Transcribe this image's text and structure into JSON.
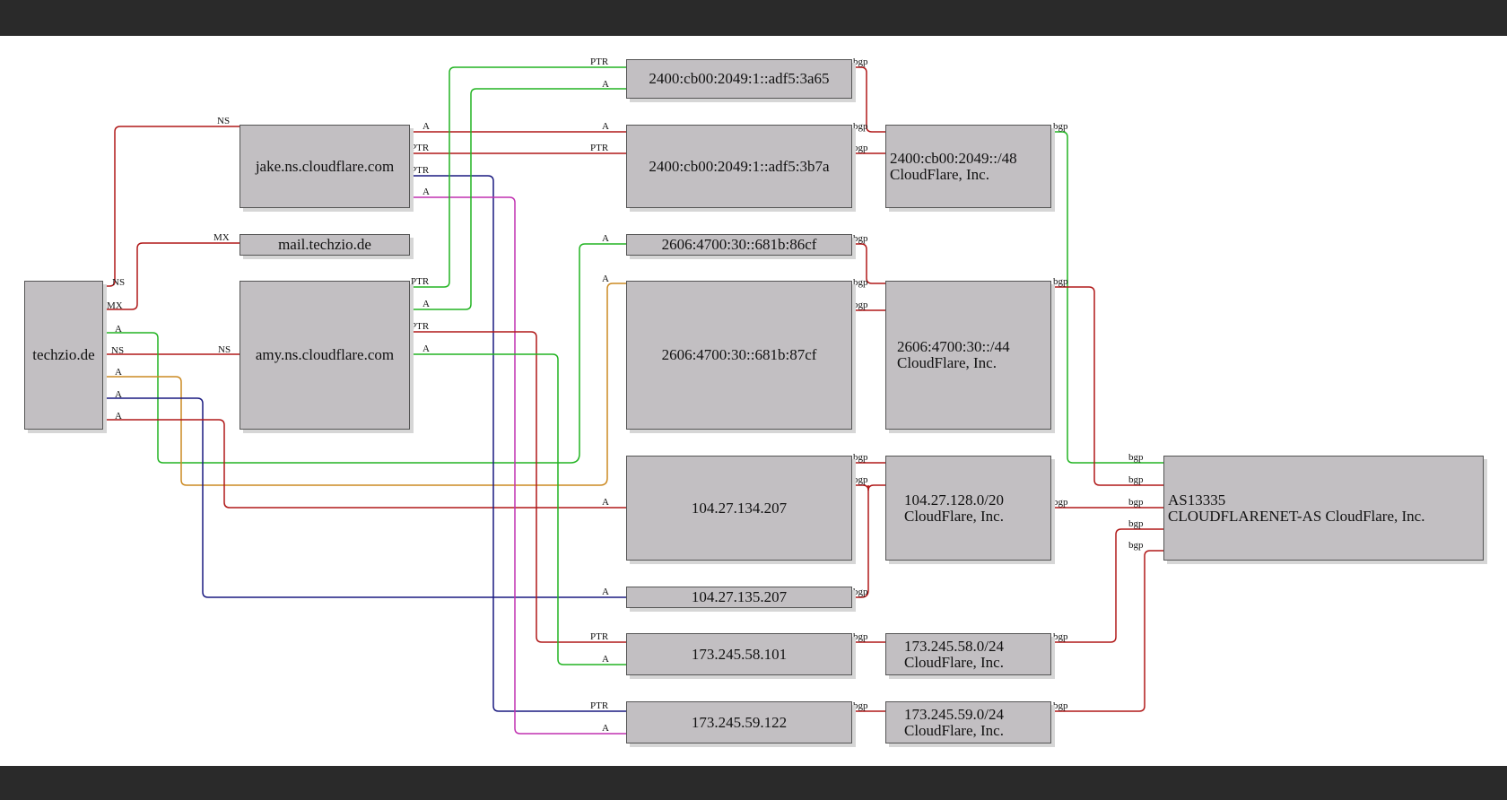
{
  "colors": {
    "background": "#ffffff",
    "frame": "#2a2a2a",
    "node_fill": "#c2bfc2",
    "red": "#b01818",
    "green": "#22b422",
    "navy": "#1a1a80",
    "orange": "#cc8a22",
    "magenta": "#c030b0"
  },
  "nodes": {
    "techzio": "techzio.de",
    "jake": "jake.ns.cloudflare.com",
    "mail": "mail.techzio.de",
    "amy": "amy.ns.cloudflare.com",
    "ip_3a65": "2400:cb00:2049:1::adf5:3a65",
    "ip_3b7a": "2400:cb00:2049:1::adf5:3b7a",
    "ip_86cf": "2606:4700:30::681b:86cf",
    "ip_87cf": "2606:4700:30::681b:87cf",
    "ip_134": "104.27.134.207",
    "ip_135": "104.27.135.207",
    "ip_58": "173.245.58.101",
    "ip_59": "173.245.59.122",
    "net_2400": {
      "line1": "2400:cb00:2049::/48",
      "line2": "CloudFlare, Inc."
    },
    "net_2606": {
      "line1": "2606:4700:30::/44",
      "line2": "CloudFlare, Inc."
    },
    "net_104": {
      "line1": "104.27.128.0/20",
      "line2": "CloudFlare, Inc."
    },
    "net_58": {
      "line1": "173.245.58.0/24",
      "line2": "CloudFlare, Inc."
    },
    "net_59": {
      "line1": "173.245.59.0/24",
      "line2": "CloudFlare, Inc."
    },
    "asn": {
      "line1": "AS13335",
      "line2": "CLOUDFLARENET-AS CloudFlare, Inc."
    }
  },
  "edge_labels": {
    "ns": "NS",
    "mx": "MX",
    "a": "A",
    "ptr": "PTR",
    "bgp": "bgp"
  }
}
